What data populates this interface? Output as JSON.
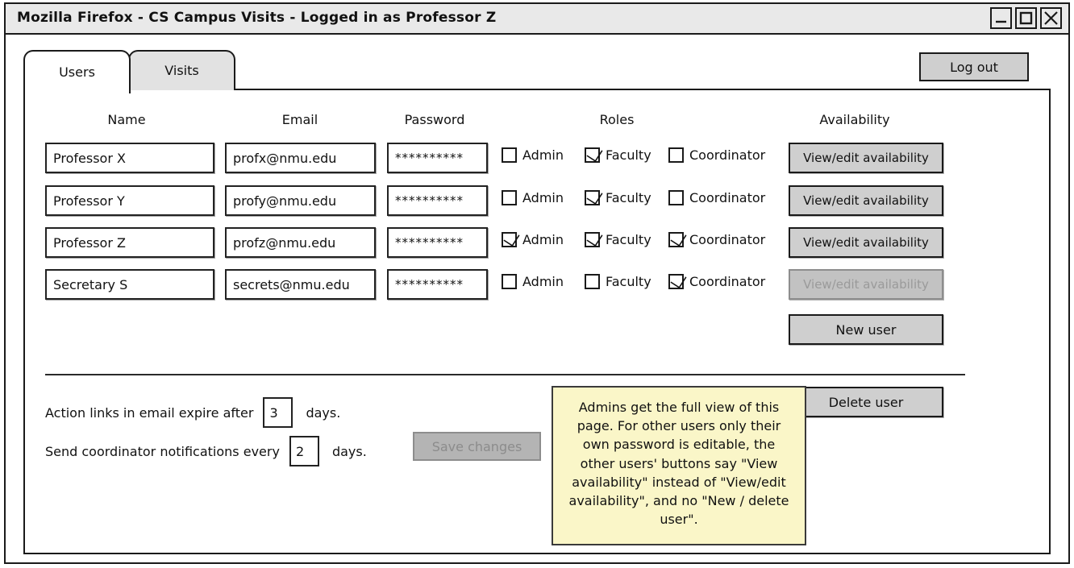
{
  "window": {
    "title": "Mozilla Firefox - CS Campus Visits - Logged in as Professor Z",
    "controls": {
      "minimize": "minimize-icon",
      "maximize": "maximize-icon",
      "close": "close-icon"
    }
  },
  "tabs": [
    {
      "label": "Users",
      "active": true
    },
    {
      "label": "Visits",
      "active": false
    }
  ],
  "header": {
    "logout_label": "Log out"
  },
  "table": {
    "columns": [
      "Name",
      "Email",
      "Password",
      "Roles",
      "Availability"
    ],
    "role_names": [
      "Admin",
      "Faculty",
      "Coordinator"
    ],
    "rows": [
      {
        "name": "Professor X",
        "email": "profx@nmu.edu",
        "password": "**********",
        "roles": {
          "admin": false,
          "faculty": true,
          "coordinator": false
        },
        "availability_label": "View/edit availability",
        "availability_disabled": false
      },
      {
        "name": "Professor Y",
        "email": "profy@nmu.edu",
        "password": "**********",
        "roles": {
          "admin": false,
          "faculty": true,
          "coordinator": false
        },
        "availability_label": "View/edit availability",
        "availability_disabled": false
      },
      {
        "name": "Professor Z",
        "email": "profz@nmu.edu",
        "password": "**********",
        "roles": {
          "admin": true,
          "faculty": true,
          "coordinator": true
        },
        "availability_label": "View/edit availability",
        "availability_disabled": false
      },
      {
        "name": "Secretary S",
        "email": "secrets@nmu.edu",
        "password": "**********",
        "roles": {
          "admin": false,
          "faculty": false,
          "coordinator": true
        },
        "availability_label": "View/edit availability",
        "availability_disabled": true
      }
    ]
  },
  "actions": {
    "new_user_label": "New user",
    "delete_user_label": "Delete user",
    "save_changes_label": "Save changes",
    "save_changes_disabled": true
  },
  "settings": {
    "expiry": {
      "prefix": "Action links in email expire after",
      "value": "3",
      "suffix": "days."
    },
    "notifications": {
      "prefix": "Send coordinator notifications every",
      "value": "2",
      "suffix": "days."
    }
  },
  "note": {
    "text": "Admins get the full view of this page. For other users only their own password is editable, the other users' buttons say \"View availability\" instead of \"View/edit availability\", and no \"New / delete user\"."
  },
  "colors": {
    "titlebar": "#e9e9e9",
    "button": "#cfcfcf",
    "button_disabled": "#b4b4b4",
    "tab_inactive": "#e2e2e2",
    "note": "#faf6c8",
    "outline": "#1a1a1a"
  }
}
